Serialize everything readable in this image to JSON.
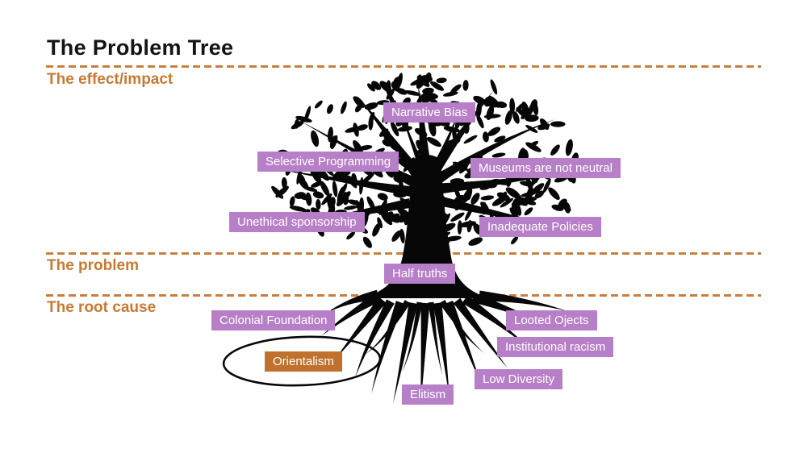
{
  "title": "The Problem Tree",
  "sections": {
    "effect_impact": "The effect/impact",
    "problem": "The problem",
    "root_cause": "The root cause"
  },
  "labels": {
    "narrative_bias": "Narrative Bias",
    "selective_programming": "Selective Programming",
    "museums_not_neutral": "Museums are not neutral",
    "unethical_sponsorship": "Unethical sponsorship",
    "inadequate_policies": "Inadequate Policies",
    "half_truths": "Half truths",
    "colonial_foundation": "Colonial Foundation",
    "looted_ojects": "Looted Ojects",
    "institutional_racism": "Institutional racism",
    "orientalism": "Orientalism",
    "low_diversity": "Low Diversity",
    "elitism": "Elitism"
  },
  "colors": {
    "label_purple": "#b77fc7",
    "highlight_orange": "#c0712d",
    "heading_orange": "#c87a33",
    "dash_orange": "#ca7e3e",
    "tree_black": "#070707"
  },
  "icons": {
    "tree_illustration": "tree-silhouette-icon",
    "orientalism_highlight": "hand-drawn-ellipse"
  }
}
